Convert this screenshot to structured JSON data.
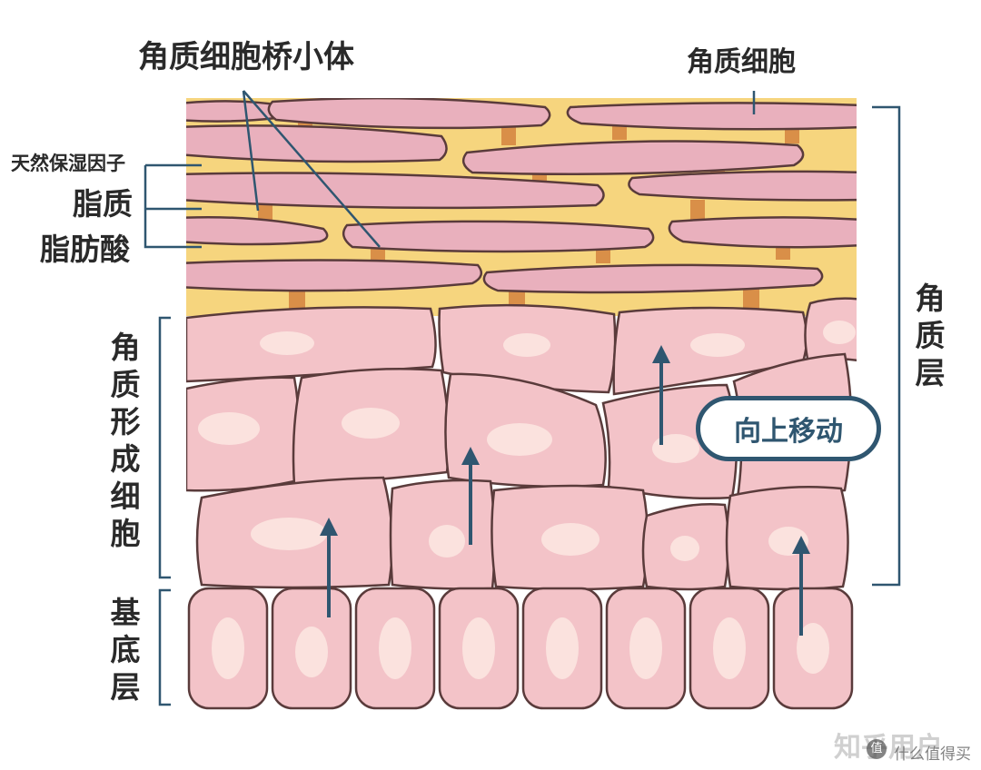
{
  "labels": {
    "desmosome": "角质细胞桥小体",
    "corneocyte": "角质细胞",
    "nmf": "天然保湿因子",
    "lipid": "脂质",
    "fatty_acid": "脂肪酸",
    "stratum_corneum": "角质层",
    "keratinocyte": "角质形成细胞",
    "basal_layer": "基底层",
    "move_up": "向上移动"
  },
  "watermark": {
    "zhihu": "知乎用户",
    "smzdm": "什么值得买",
    "smzdm_icon": "值"
  },
  "colors": {
    "lipid_yellow": "#f6d57e",
    "corneocyte_pink": "#e9b0bd",
    "cell_pink": "#f3c3c8",
    "nucleus_pink": "#fbe2de",
    "desmosome_orange": "#d98f48",
    "outline_brown": "#5a3b3b",
    "annotation_blue": "#2f5670"
  }
}
